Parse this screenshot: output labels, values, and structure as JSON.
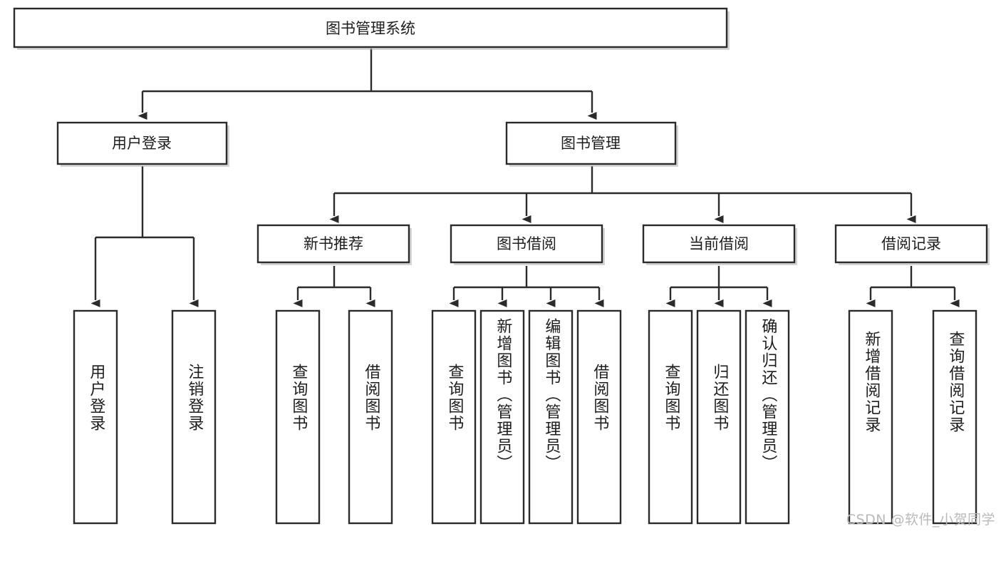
{
  "diagram": {
    "type": "tree-hierarchy-chart",
    "title": "图书管理系统",
    "watermark": "CSDN @软件_小贺同学",
    "colors": {
      "stroke": "#2b2b2b",
      "fill": "#ffffff",
      "text": "#1d1d1d",
      "watermark": "#b9b9b9"
    },
    "root": {
      "label": "图书管理系统"
    },
    "level2": [
      {
        "label": "用户登录"
      },
      {
        "label": "图书管理"
      }
    ],
    "level3": [
      {
        "label": "新书推荐"
      },
      {
        "label": "图书借阅"
      },
      {
        "label": "当前借阅"
      },
      {
        "label": "借阅记录"
      }
    ],
    "leaves": {
      "user_login": [
        {
          "label": "用户登录"
        },
        {
          "label": "注销登录"
        }
      ],
      "new_book_recommend": [
        {
          "label": "查询图书"
        },
        {
          "label": "借阅图书"
        }
      ],
      "book_borrow": [
        {
          "label": "查询图书"
        },
        {
          "label": "新增图书（管理员）"
        },
        {
          "label": "编辑图书（管理员）"
        },
        {
          "label": "借阅图书"
        }
      ],
      "current_borrow": [
        {
          "label": "查询图书"
        },
        {
          "label": "归还图书"
        },
        {
          "label": "确认归还（管理员）"
        }
      ],
      "borrow_record": [
        {
          "label": "新增借阅记录"
        },
        {
          "label": "查询借阅记录"
        }
      ]
    }
  }
}
